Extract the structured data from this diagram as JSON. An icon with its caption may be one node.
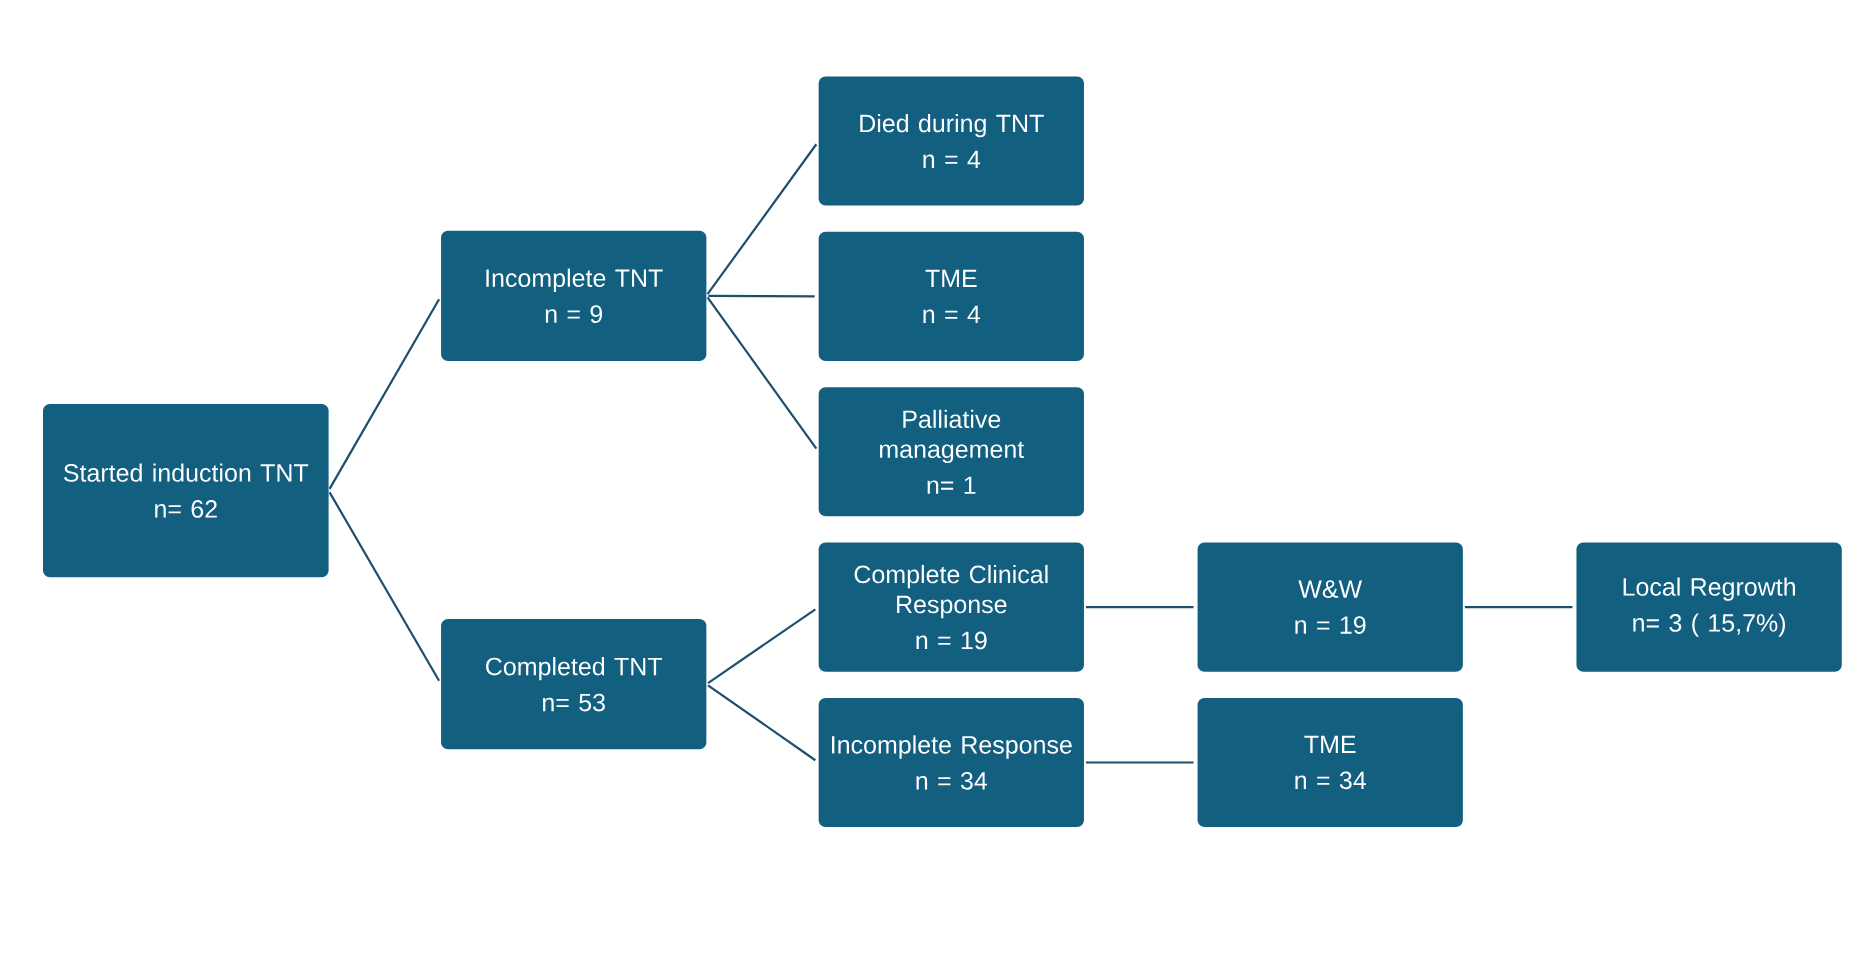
{
  "diagram": {
    "nodes": [
      {
        "text": [
          "Started induction TNT",
          "n= 62"
        ]
      },
      {
        "text": [
          "Incomplete TNT",
          "n = 9"
        ]
      },
      {
        "text": [
          "Completed TNT",
          "n= 53"
        ]
      },
      {
        "text": [
          "Died during TNT",
          "n = 4"
        ]
      },
      {
        "text": [
          "TME",
          "n = 4"
        ]
      },
      {
        "text": [
          "Palliative management",
          "n= 1"
        ]
      },
      {
        "text": [
          "Complete Clinical Response",
          "n = 19"
        ]
      },
      {
        "text": [
          "Incomplete Response",
          "n = 34"
        ]
      },
      {
        "text": [
          "W&W",
          "n = 19"
        ]
      },
      {
        "text": [
          "Local Regrowth",
          "n= 3 ( 15,7%)"
        ]
      },
      {
        "text": [
          "TME",
          "n = 34"
        ]
      }
    ],
    "edges": [
      {
        "from": 0,
        "to": 1,
        "arrow": "none"
      },
      {
        "from": 0,
        "to": 2,
        "arrow": "none"
      },
      {
        "from": 1,
        "to": 3,
        "arrow": "none"
      },
      {
        "from": 1,
        "to": 4,
        "arrow": "none"
      },
      {
        "from": 1,
        "to": 5,
        "arrow": "none"
      },
      {
        "from": 2,
        "to": 6,
        "arrow": "none"
      },
      {
        "from": 2,
        "to": 7,
        "arrow": "none"
      },
      {
        "from": 6,
        "to": 8,
        "arrow": "none"
      },
      {
        "from": 8,
        "to": 9,
        "arrow": "none"
      },
      {
        "from": 7,
        "to": 10,
        "arrow": "none"
      }
    ]
  }
}
